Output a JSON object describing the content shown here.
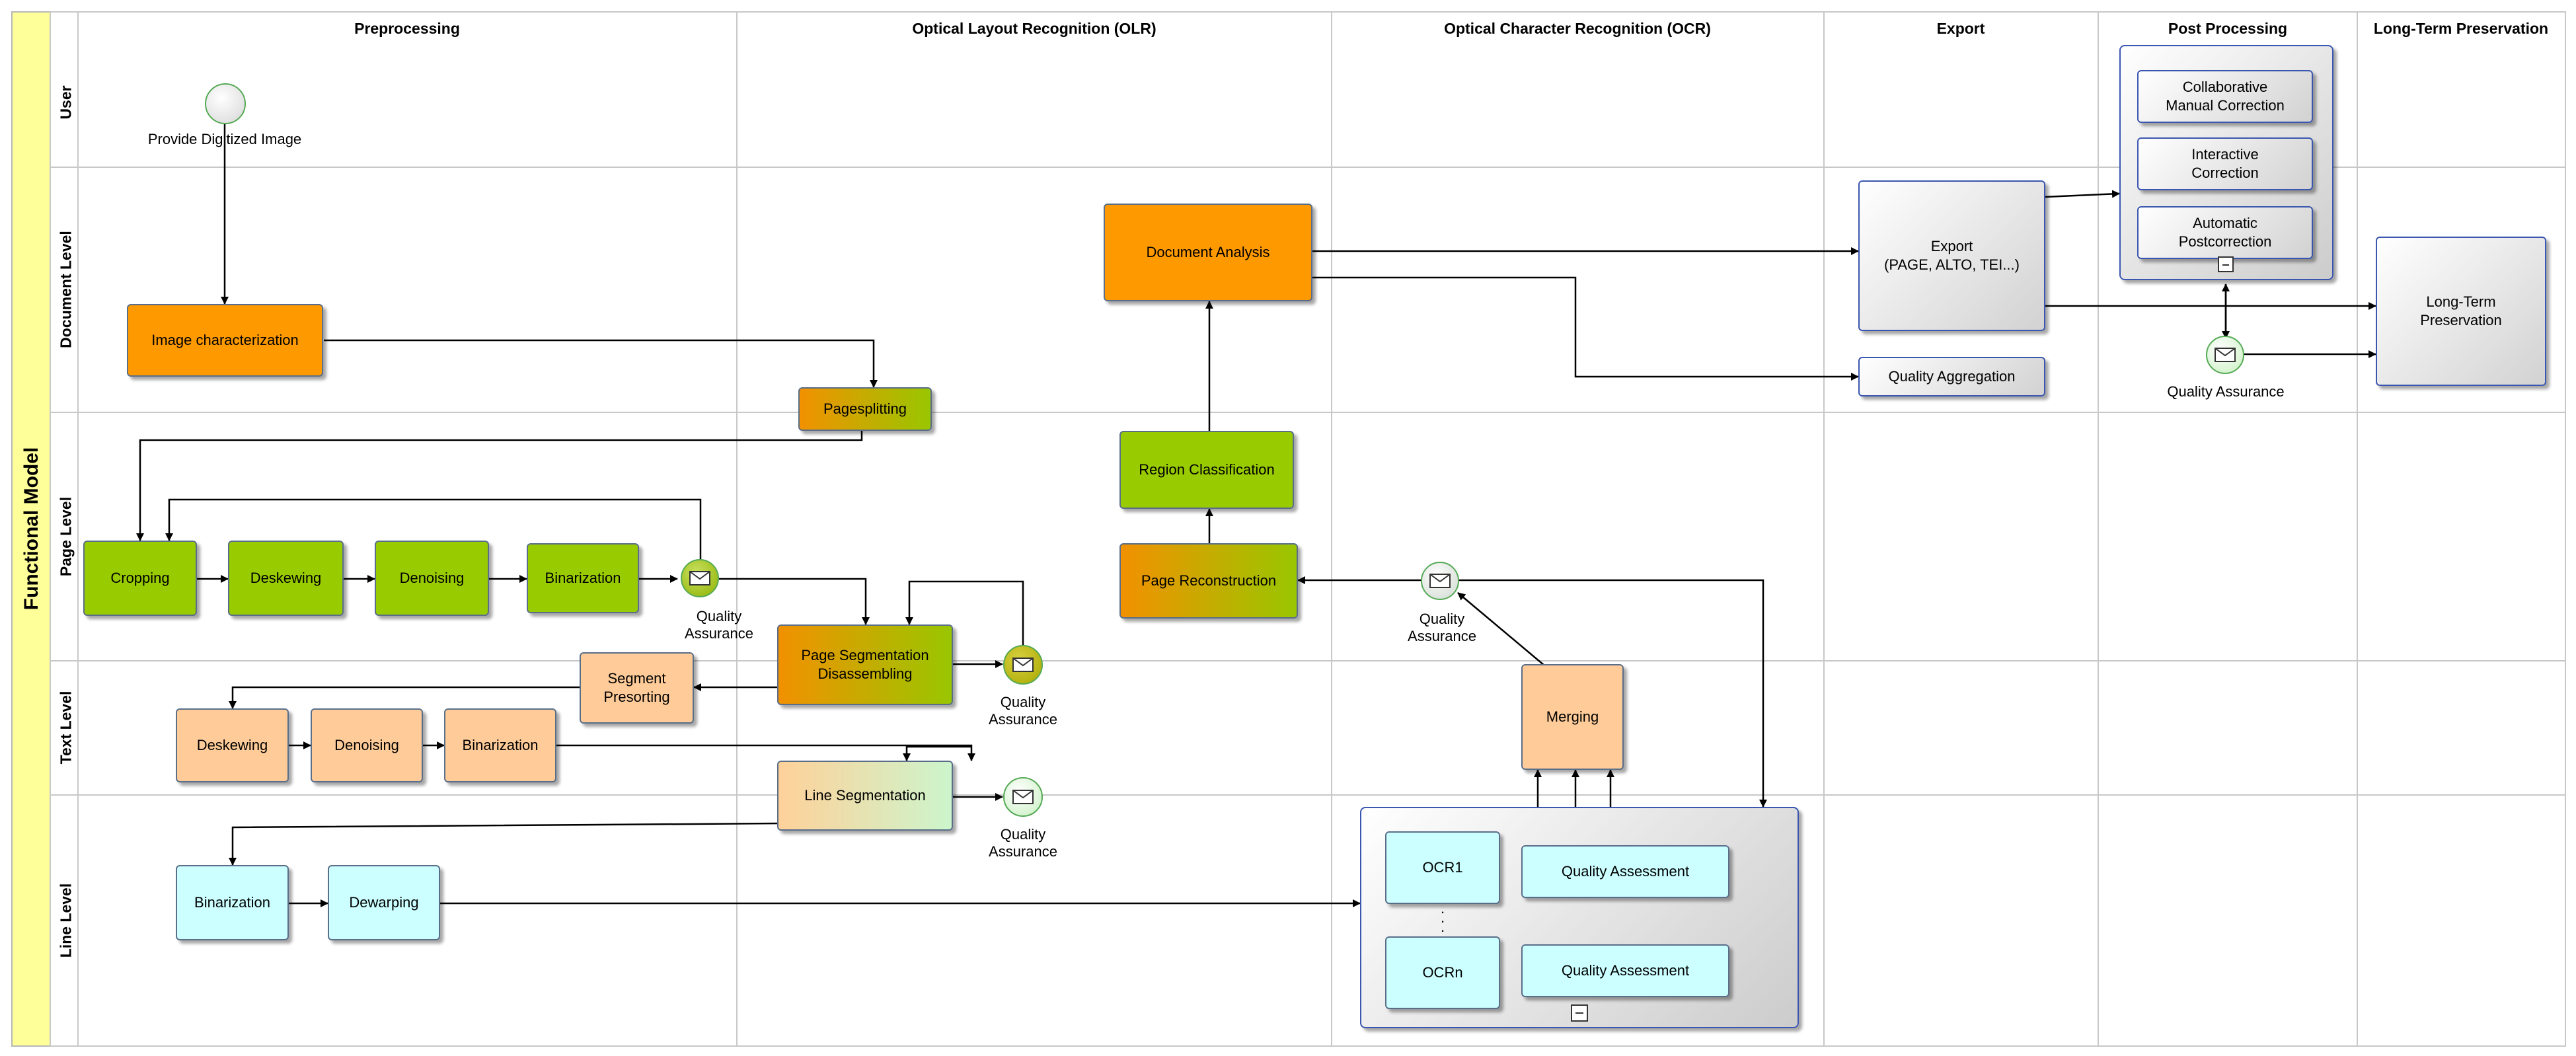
{
  "diagram": {
    "title": "Functional Model",
    "lanes": [
      "User",
      "Document Level",
      "Page Level",
      "Text Level",
      "Line Level"
    ],
    "columns": [
      "Preprocessing",
      "Optical Layout Recognition (OLR)",
      "Optical Character Recognition (OCR)",
      "Export",
      "Post Processing",
      "Long-Term Preservation"
    ],
    "colors": {
      "pool_header": "#ffff99",
      "grid_line": "#c8c8c8",
      "orange_task": "#ff9900",
      "green_task": "#99cc00",
      "peach_task": "#ffcc99",
      "cyan_task": "#ccffff",
      "gray_task": "#e0e0e0",
      "task_border": "#5a6e8a",
      "group_border": "#3a56b0",
      "event_border": "#55aa55"
    },
    "events": {
      "start_label": "Provide Digitized Image",
      "qa_label": "Quality\nAssurance",
      "qa_post_label": "Quality Assurance"
    },
    "tasks": {
      "image_characterization": "Image characterization",
      "pagesplitting": "Pagesplitting",
      "cropping": "Cropping",
      "deskewing_page": "Deskewing",
      "denoising_page": "Denoising",
      "binarization_page": "Binarization",
      "segment_presorting": "Segment\nPresorting",
      "deskewing_text": "Deskewing",
      "denoising_text": "Denoising",
      "binarization_text": "Binarization",
      "binarization_line": "Binarization",
      "dewarping": "Dewarping",
      "page_segmentation": "Page Segmentation\nDisassembling",
      "line_segmentation": "Line Segmentation",
      "document_analysis": "Document Analysis",
      "region_classification": "Region Classification",
      "page_reconstruction": "Page Reconstruction",
      "merging": "Merging",
      "ocr1": "OCR1",
      "ocrn": "OCRn",
      "ocr_dots": ".\n.\n.",
      "quality_assessment_1": "Quality Assessment",
      "quality_assessment_n": "Quality Assessment",
      "export": "Export\n(PAGE, ALTO, TEI...)",
      "quality_aggregation": "Quality Aggregation",
      "collaborative_correction": "Collaborative\nManual Correction",
      "interactive_correction": "Interactive\nCorrection",
      "automatic_postcorrection": "Automatic\nPostcorrection",
      "long_term_preservation": "Long-Term\nPreservation"
    }
  }
}
